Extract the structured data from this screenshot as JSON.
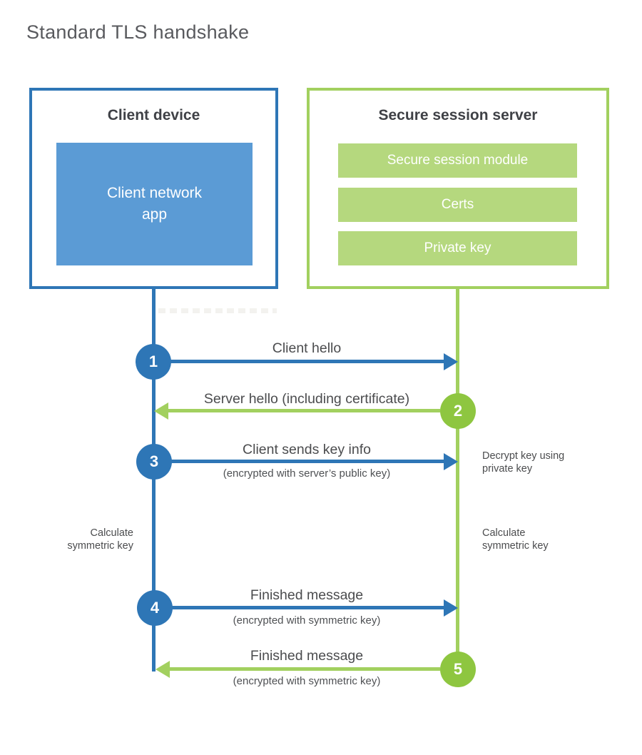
{
  "title": "Standard TLS handshake",
  "client_box": {
    "title": "Client device",
    "app": "Client network app"
  },
  "server_box": {
    "title": "Secure session server",
    "modules": [
      "Secure session module",
      "Certs",
      "Private key"
    ]
  },
  "steps": [
    {
      "num": "1",
      "label": "Client hello",
      "sublabel": ""
    },
    {
      "num": "2",
      "label": "Server hello (including certificate)",
      "sublabel": ""
    },
    {
      "num": "3",
      "label": "Client sends key info",
      "sublabel": "(encrypted with server’s public key)"
    },
    {
      "num": "4",
      "label": "Finished message",
      "sublabel": "(encrypted with symmetric key)"
    },
    {
      "num": "5",
      "label": "Finished message",
      "sublabel": "(encrypted with symmetric key)"
    }
  ],
  "side_notes": {
    "decrypt": "Decrypt key using private key",
    "calc_left": "Calculate symmetric key",
    "calc_right": "Calculate symmetric key"
  },
  "colors": {
    "blue": "#2e76b6",
    "blue_fill": "#5b9bd5",
    "green": "#a2d05f",
    "green_circle": "#8ec640",
    "green_fill": "#b5d87e"
  }
}
